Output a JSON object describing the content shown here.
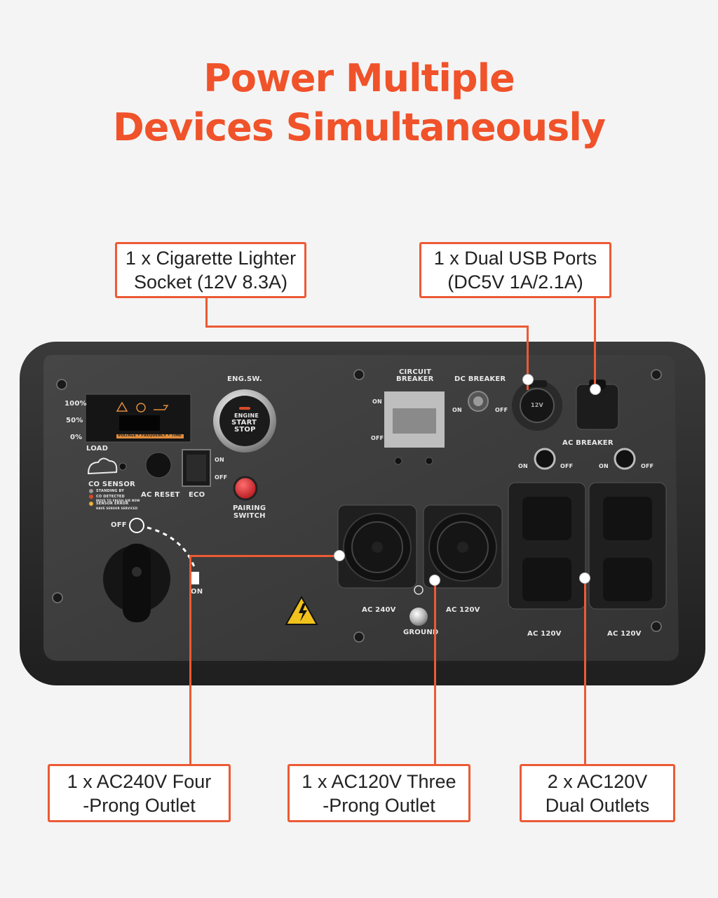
{
  "headline": {
    "line1": "Power Multiple",
    "line2": "Devices Simultaneously"
  },
  "callouts": {
    "cigarette": {
      "line1": "1 x Cigarette Lighter",
      "line2": "Socket (12V 8.3A)"
    },
    "usb": {
      "line1": "1 x Dual USB Ports",
      "line2": "(DC5V 1A/2.1A)"
    },
    "ac240": {
      "line1": "1 x AC240V Four",
      "line2": "-Prong Outlet"
    },
    "ac120three": {
      "line1": "1 x AC120V Three",
      "line2": "-Prong Outlet"
    },
    "ac120dual": {
      "line1": "2 x AC120V",
      "line2": "Dual Outlets"
    }
  },
  "panel": {
    "eng_sw": "ENG.SW.",
    "button_engine": "ENGINE",
    "button_start": "START",
    "button_stop": "STOP",
    "circuit_breaker_1": "CIRCUIT",
    "circuit_breaker_2": "BREAKER",
    "dc_breaker": "DC BREAKER",
    "ac_breaker": "AC BREAKER",
    "on": "ON",
    "off": "OFF",
    "load": "LOAD",
    "pct100": "100%",
    "pct50": "50%",
    "pct0": "0%",
    "display_strip": "VOLTAGE • FREQUENCY • TIME",
    "co_sensor": "CO SENSOR",
    "co_standby": "STANDING BY",
    "co_detected": "CO DETECTED",
    "co_move": "MOVE TO FRESH AIR NOW",
    "co_error": "SENSOR ERROR",
    "co_service": "HAVE SENSOR SERVICED",
    "ac_reset": "AC RESET",
    "eco": "ECO",
    "pairing_1": "PAIRING",
    "pairing_2": "SWITCH",
    "ac240v": "AC 240V",
    "ac120v": "AC 120V",
    "ground": "GROUND",
    "socket_12v": "12V"
  },
  "colors": {
    "accent": "#f0522a",
    "panel": "#3a3a3a",
    "frame": "#2a2a2a"
  }
}
